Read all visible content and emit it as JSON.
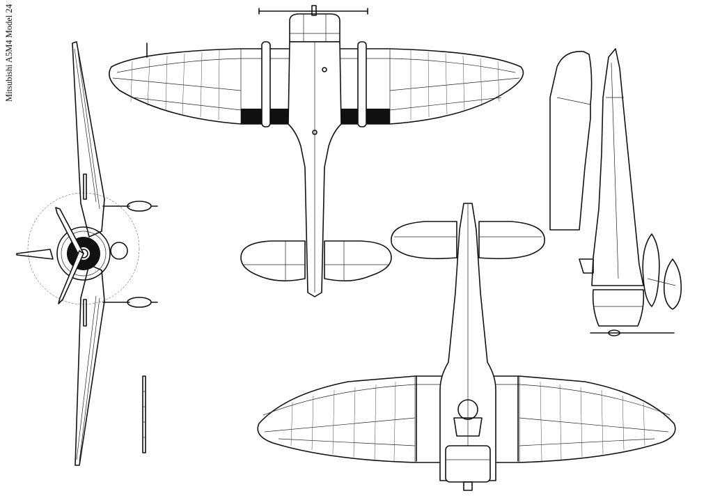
{
  "drawing": {
    "title": "Mitsubishi A5M4 Model 24",
    "views": [
      "front",
      "top",
      "bottom",
      "side"
    ],
    "ink_color": "#111111",
    "paper_color": "#ffffff"
  }
}
